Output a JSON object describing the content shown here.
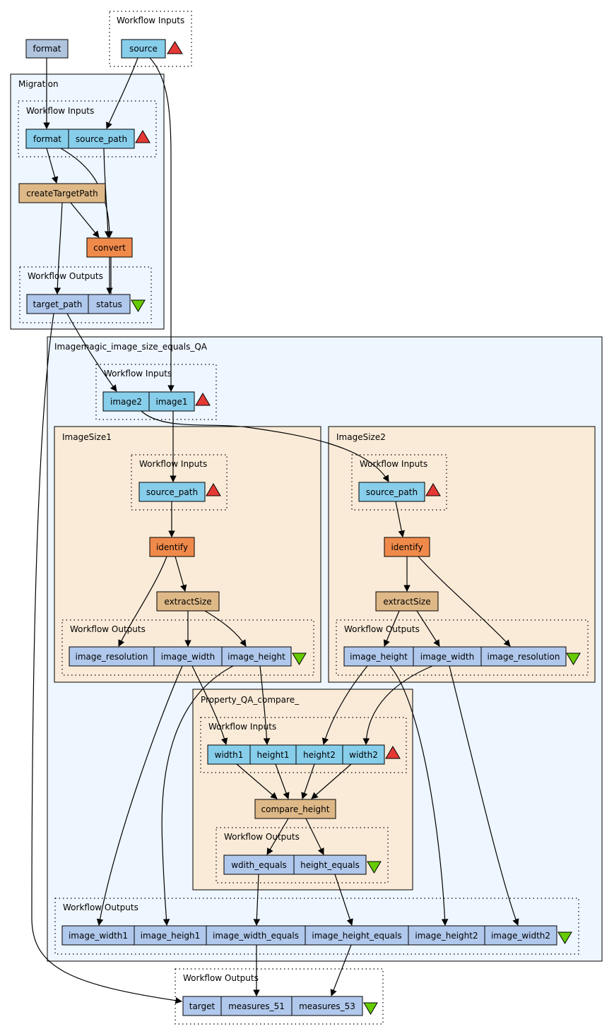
{
  "colors": {
    "input_port": "#87CEEB",
    "output_port": "#B0C8EC",
    "processor_a": "#DEB887",
    "processor_b": "#F08A4B",
    "nested_bg_a": "#EEF6FF",
    "nested_bg_b": "#FAEBD8",
    "standalone_input": "#B0C4DE",
    "input_marker": "#E53935",
    "output_marker": "#66CC00"
  },
  "standalone": {
    "format": "format"
  },
  "top_inputs": {
    "label": "Workflow Inputs",
    "source": "source"
  },
  "migration": {
    "title": "Migration",
    "inputs_label": "Workflow Inputs",
    "format": "format",
    "source_path": "source_path",
    "create_target_path": "createTargetPath",
    "convert": "convert",
    "outputs_label": "Workflow Outputs",
    "target_path": "target_path",
    "status": "status"
  },
  "qa": {
    "title": "Imagemagic_image_size_equals_QA",
    "inputs_label": "Workflow Inputs",
    "image2": "image2",
    "image1": "image1",
    "imagesize1": {
      "title": "ImageSize1",
      "inputs_label": "Workflow Inputs",
      "source_path": "source_path",
      "identify": "identify",
      "extract_size": "extractSize",
      "outputs_label": "Workflow Outputs",
      "image_resolution": "image_resolution",
      "image_width": "image_width",
      "image_height": "image_height"
    },
    "imagesize2": {
      "title": "ImageSize2",
      "inputs_label": "Workflow Inputs",
      "source_path": "source_path",
      "identify": "identify",
      "extract_size": "extractSize",
      "outputs_label": "Workflow Outputs",
      "image_height": "image_height",
      "image_width": "image_width",
      "image_resolution": "image_resolution"
    },
    "compare": {
      "title": "Property_QA_compare_",
      "inputs_label": "Workflow Inputs",
      "width1": "width1",
      "height1": "height1",
      "height2": "height2",
      "width2": "width2",
      "compare_height": "compare_height",
      "outputs_label": "Workflow Outputs",
      "wdith_equals": "wdith_equals",
      "height_equals": "height_equals"
    },
    "outputs_label": "Workflow Outputs",
    "image_width1": "image_width1",
    "image_heigh1": "image_heigh1",
    "image_width_equals": "image_width_equals",
    "image_height_equals": "image_height_equals",
    "image_height2": "image_height2",
    "image_width2": "image_width2"
  },
  "bottom_outputs": {
    "label": "Workflow Outputs",
    "target": "target",
    "measures_51": "measures_51",
    "measures_53": "measures_53"
  }
}
